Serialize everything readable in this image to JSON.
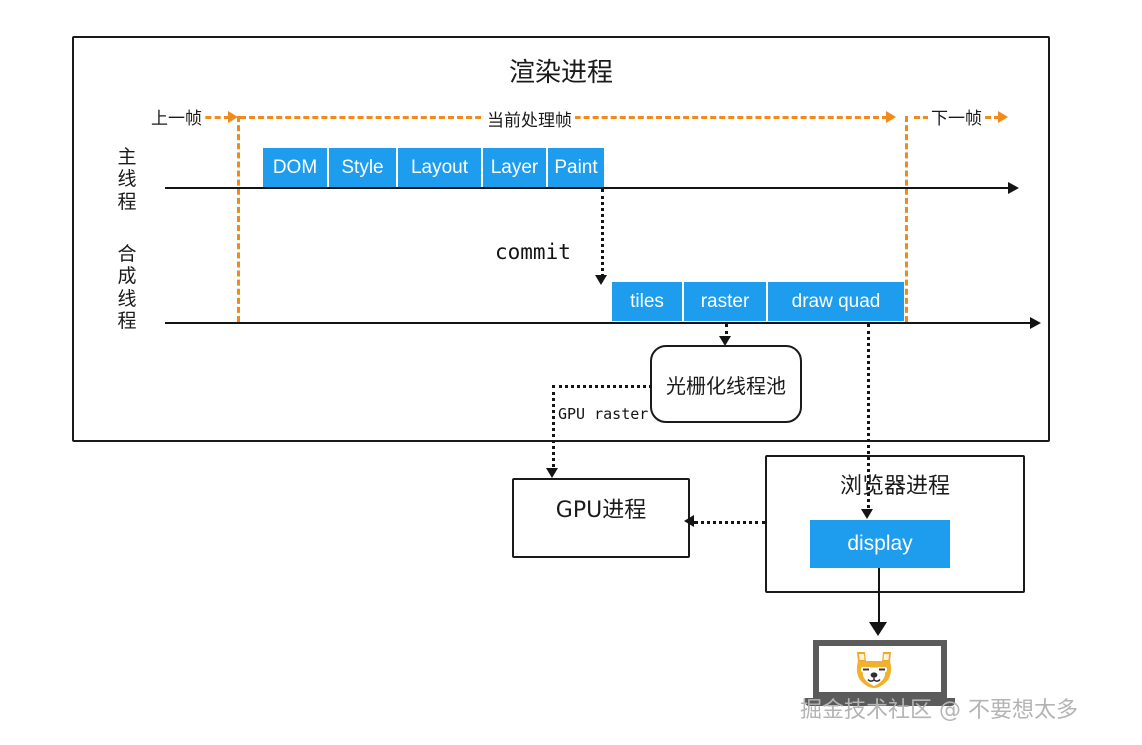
{
  "diagram": {
    "render_process": {
      "title": "渲染进程",
      "frame_ruler": {
        "previous_frame": "上一帧",
        "current_frame": "当前处理帧",
        "next_frame": "下一帧",
        "color": "#f08a1a"
      },
      "threads": [
        {
          "name": "主线程",
          "id": "main-thread"
        },
        {
          "name": "合成线程",
          "id": "compositor-thread"
        }
      ],
      "main_thread_stages": [
        {
          "label": "DOM",
          "width": 66
        },
        {
          "label": "Style",
          "width": 69
        },
        {
          "label": "Layout",
          "width": 85
        },
        {
          "label": "Layer",
          "width": 65
        },
        {
          "label": "Paint",
          "width": 56
        }
      ],
      "compositor_stages": [
        {
          "label": "tiles",
          "width": 72
        },
        {
          "label": "raster",
          "width": 84
        },
        {
          "label": "draw quad",
          "width": 136
        }
      ],
      "commit_label": "commit",
      "raster_pool_label": "光栅化线程池",
      "gpu_raster_label": "GPU raster",
      "stage_color": "#1e9ced"
    },
    "gpu_process": {
      "label": "GPU进程"
    },
    "browser_process": {
      "label": "浏览器进程",
      "display_label": "display",
      "display_color": "#1e9ced"
    },
    "laptop": {
      "icon": "shiba-face-icon"
    },
    "watermark": "掘金技术社区 @ 不要想太多"
  }
}
